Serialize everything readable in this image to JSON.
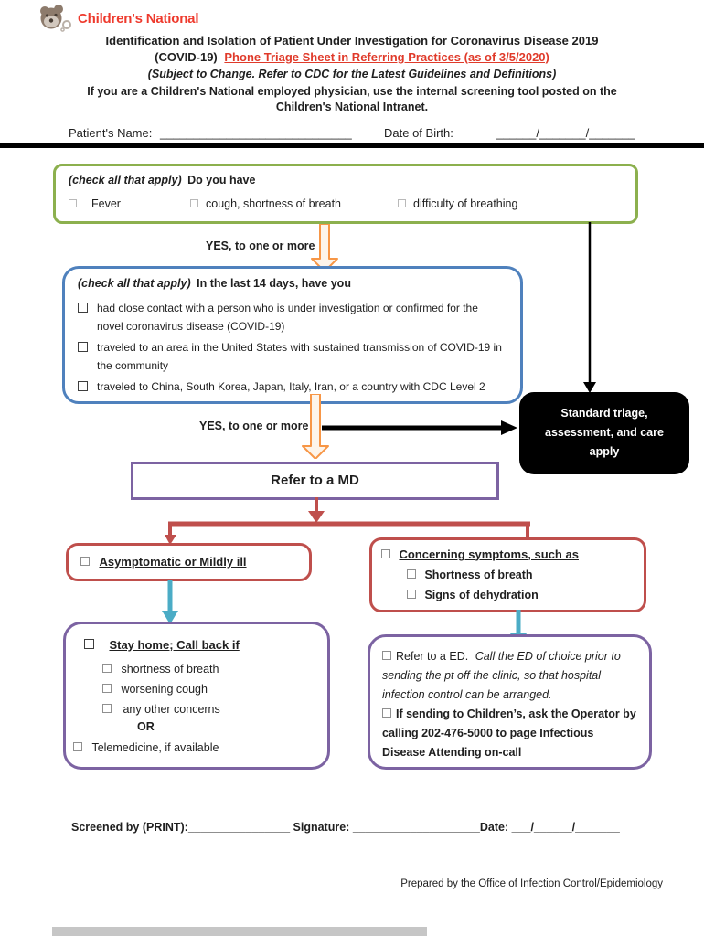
{
  "brand": {
    "name": "Children's National"
  },
  "title": {
    "line1": "Identification and Isolation of Patient Under Investigation for Coronavirus Disease 2019",
    "line2_black": "(COVID-19)",
    "line2_red": "Phone Triage Sheet in Referring Practices (as of 3/5/2020)",
    "line3": "(Subject to Change.  Refer to CDC for the Latest Guidelines and Definitions)",
    "line4": "If you are a Children's National employed physician, use the internal screening tool posted on the Children's National Intranet."
  },
  "patient": {
    "name_label": "Patient's Name:",
    "name_blank": "_____________________________",
    "dob_label": "Date of Birth:",
    "dob_blank": "______/_______/_______"
  },
  "flow": {
    "q1": {
      "lead_italic": "(check all that apply)",
      "lead_bold": "Do you have",
      "opt1": "Fever",
      "opt2": "cough, shortness of breath",
      "opt3": "difficulty of breathing"
    },
    "yes1": "YES, to one or more",
    "q2": {
      "lead_italic": "(check all that apply)",
      "lead_bold": "In the last 14 days, have you",
      "opt1": "had close contact with a person who is under investigation or confirmed for the novel coronavirus disease (COVID-19)",
      "opt2": "traveled to an area in the United States with sustained transmission of COVID-19 in the community",
      "opt3": "traveled to China, South Korea, Japan, Italy, Iran, or a country with CDC Level 2"
    },
    "yes2": "YES, to one or more",
    "standard_triage": "Standard triage, assessment, and care apply",
    "refer_md": "Refer to a MD",
    "asymptomatic": "Asymptomatic or Mildly ill",
    "concerning": {
      "head": "Concerning symptoms, such as",
      "opt1": "Shortness of breath",
      "opt2": "Signs of dehydration"
    },
    "stay_home": {
      "head": "Stay home; Call back if",
      "opt1": "shortness of breath",
      "opt2": "worsening cough",
      "opt3": "any other concerns",
      "or": "OR",
      "opt4": "Telemedicine, if available"
    },
    "refer_ed": {
      "p1_normal": "Refer to a ED.",
      "p1_italic": "Call the ED of choice prior to sending the pt off the clinic, so that hospital infection control can be arranged.",
      "p2_bold": "If sending to Children’s, ask the Operator by calling 202-476-5000 to page Infectious Disease Attending on-call"
    }
  },
  "footer": {
    "screened_label": "Screened by (PRINT):",
    "screened_blank": "________________",
    "sig_label": " Signature: ",
    "sig_blank": "____________________",
    "date_label": "Date: ",
    "date_blank": "___/______/_______",
    "prepared": "Prepared by the Office of Infection Control/Epidemiology"
  },
  "colors": {
    "brand_red": "#ee3a2d",
    "title_red": "#e03a2a",
    "green_border": "#8cb04e",
    "blue_border": "#4f81bd",
    "orange_arrow": "#f79646",
    "purple_border": "#7c63a2",
    "red_border": "#bf4f4c",
    "cyan_arrow": "#4bacc6",
    "black_box": "#000000"
  }
}
